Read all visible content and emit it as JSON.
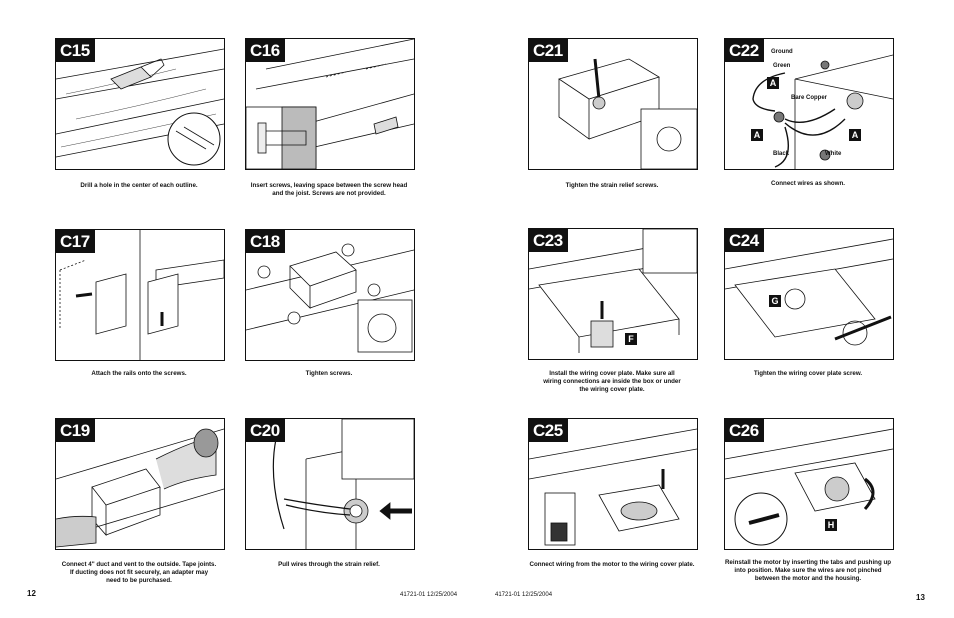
{
  "left_page": {
    "page_number": "12",
    "footer": "41721-01  12/25/2004",
    "steps": [
      {
        "id": "C15",
        "caption": "Drill a hole in the center of each outline."
      },
      {
        "id": "C16",
        "caption": "Insert screws, leaving space between the screw head\nand the joist. Screws are not provided."
      },
      {
        "id": "C17",
        "caption": "Attach the rails onto the screws."
      },
      {
        "id": "C18",
        "caption": "Tighten screws."
      },
      {
        "id": "C19",
        "caption": "Connect 4\" duct and vent to the outside. Tape joints.\nIf ducting does not fit securely, an adapter may\nneed to be purchased."
      },
      {
        "id": "C20",
        "caption": "Pull wires through the strain relief."
      }
    ]
  },
  "right_page": {
    "page_number": "13",
    "footer": "41721-01  12/25/2004",
    "steps": [
      {
        "id": "C21",
        "caption": "Tighten the strain relief screws."
      },
      {
        "id": "C22",
        "caption": "Connect wires as shown."
      },
      {
        "id": "C23",
        "caption": "Install the wiring cover plate. Make sure all\nwiring connections are inside the box or under\nthe wiring cover plate."
      },
      {
        "id": "C24",
        "caption": "Tighten the wiring cover plate screw."
      },
      {
        "id": "C25",
        "caption": "Connect wiring from the motor to the wiring cover plate."
      },
      {
        "id": "C26",
        "caption": "Reinstall the motor by inserting the tabs and pushing up\ninto  position. Make sure the wires are not pinched\nbetween the motor and the housing."
      }
    ]
  },
  "labels": {
    "c22_ground": "Ground",
    "c22_green": "Green",
    "c22_bare_copper": "Bare Copper",
    "c22_black": "Black",
    "c22_white": "White",
    "c22_key": "A",
    "c23_key": "F",
    "c24_key": "G",
    "c26_key": "H"
  }
}
